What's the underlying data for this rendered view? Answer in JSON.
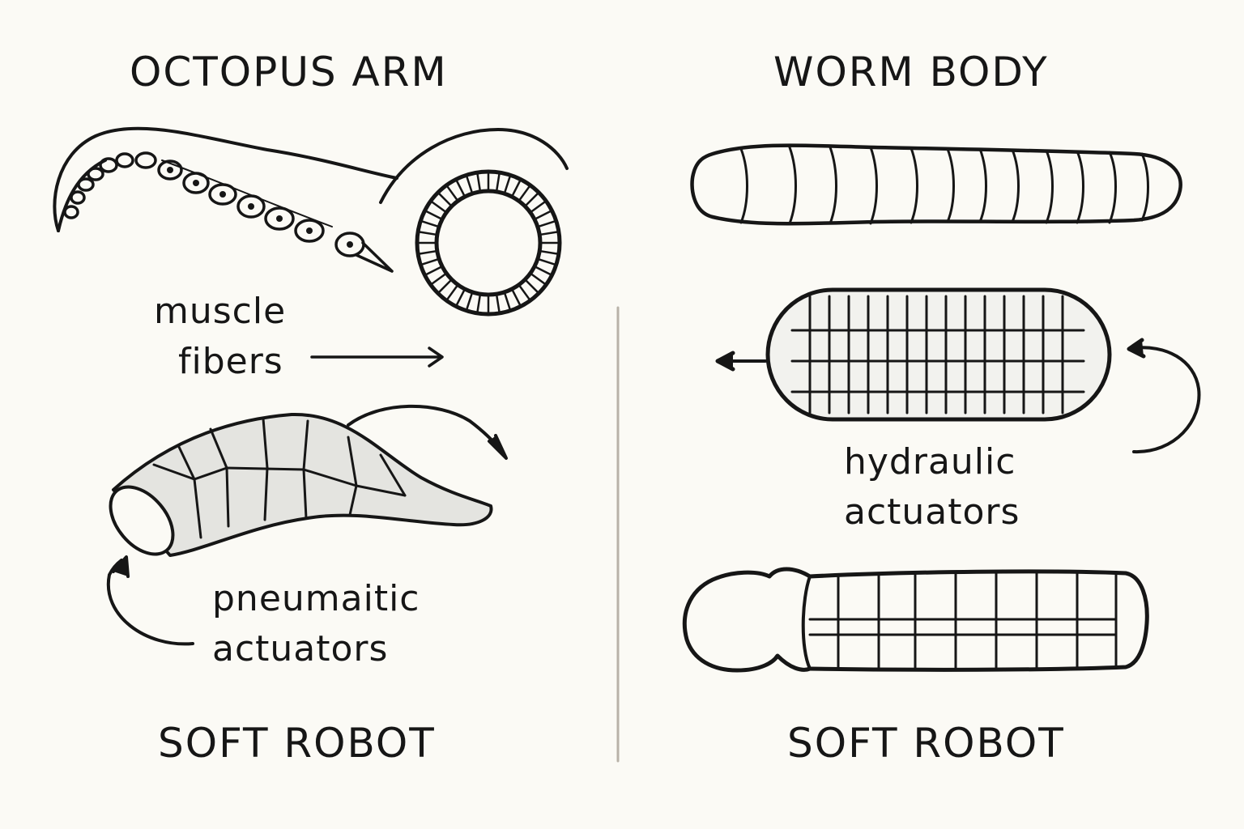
{
  "left_panel": {
    "title": "OCTOPUS ARM",
    "muscle_label_line1": "muscle",
    "muscle_label_line2": "fibers",
    "actuator_label_line1": "pneumaitic",
    "actuator_label_line2": "actuators",
    "footer": "SOFT ROBOT"
  },
  "right_panel": {
    "title": "WORM BODY",
    "actuator_label_line1": "hydraulic",
    "actuator_label_line2": "actuators",
    "footer": "SOFT ROBOT"
  },
  "colors": {
    "background": "#fbfaf5",
    "ink": "#161616",
    "divider": "#b8b2a8",
    "shade": "#e4e4e0"
  }
}
